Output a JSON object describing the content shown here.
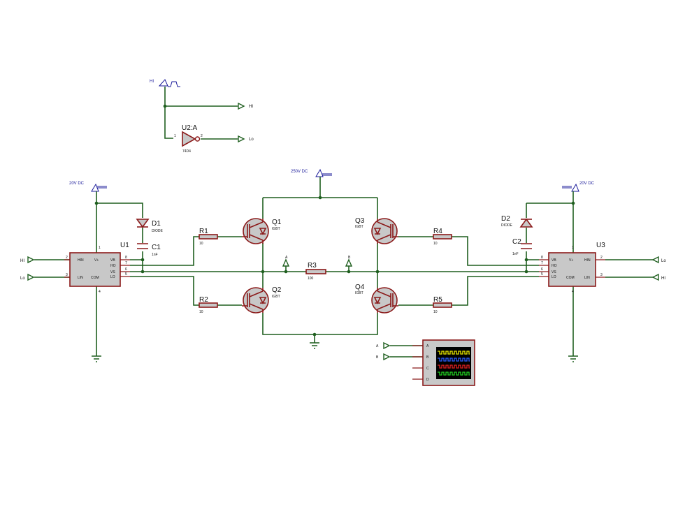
{
  "generator": {
    "ref": "HI"
  },
  "terminals_top": {
    "hi": "HI",
    "lo": "Lo"
  },
  "inverter": {
    "ref": "U2:A",
    "part": "74D4",
    "pin_in": "1",
    "pin_out": "2"
  },
  "supplies": {
    "left": "20V DC",
    "center": "250V DC",
    "right": "20V DC"
  },
  "u1": {
    "ref": "U1",
    "pins_left": [
      {
        "num": "2",
        "name": "HIN"
      },
      {
        "num": "3",
        "name": "LIN"
      }
    ],
    "top_pin": {
      "num": "1",
      "name": "V+"
    },
    "bottom_pin": {
      "num": "4",
      "name": "COM"
    },
    "pins_right": [
      {
        "num": "8",
        "name": "VB"
      },
      {
        "num": "7",
        "name": "HO"
      },
      {
        "num": "6",
        "name": "VS"
      },
      {
        "num": "5",
        "name": "LO"
      }
    ],
    "input_terminals": [
      "HI",
      "Lo"
    ]
  },
  "u3": {
    "ref": "U3",
    "pins_right": [
      {
        "num": "2",
        "name": "HIN"
      },
      {
        "num": "3",
        "name": "LIN"
      }
    ],
    "top_pin": {
      "num": "1",
      "name": "V+"
    },
    "bottom_pin": {
      "num": "4",
      "name": "COM"
    },
    "pins_left": [
      {
        "num": "8",
        "name": "VB"
      },
      {
        "num": "7",
        "name": "HO"
      },
      {
        "num": "6",
        "name": "VS"
      },
      {
        "num": "5",
        "name": "LO"
      }
    ],
    "input_terminals": [
      "Lo",
      "HI"
    ]
  },
  "d1": {
    "ref": "D1",
    "value": "DIODE"
  },
  "d2": {
    "ref": "D2",
    "value": "DIODE"
  },
  "c1": {
    "ref": "C1",
    "value": "1nF"
  },
  "c2": {
    "ref": "C2",
    "value": "1nF"
  },
  "r1": {
    "ref": "R1",
    "value": "10"
  },
  "r2": {
    "ref": "R2",
    "value": "10"
  },
  "r3": {
    "ref": "R3",
    "value": "100"
  },
  "r4": {
    "ref": "R4",
    "value": "10"
  },
  "r5": {
    "ref": "R5",
    "value": "10"
  },
  "q1": {
    "ref": "Q1",
    "value": "IGBT"
  },
  "q2": {
    "ref": "Q2",
    "value": "IGBT"
  },
  "q3": {
    "ref": "Q3",
    "value": "IGBT"
  },
  "q4": {
    "ref": "Q4",
    "value": "IGBT"
  },
  "probes": {
    "a": "A",
    "b": "B"
  },
  "scope": {
    "inputs": [
      "A",
      "B"
    ],
    "channels": [
      "A",
      "B",
      "C",
      "D"
    ],
    "trace_colors": [
      "#e8e800",
      "#2a5cff",
      "#e02020",
      "#20d020"
    ],
    "screen_color": "#000000"
  }
}
